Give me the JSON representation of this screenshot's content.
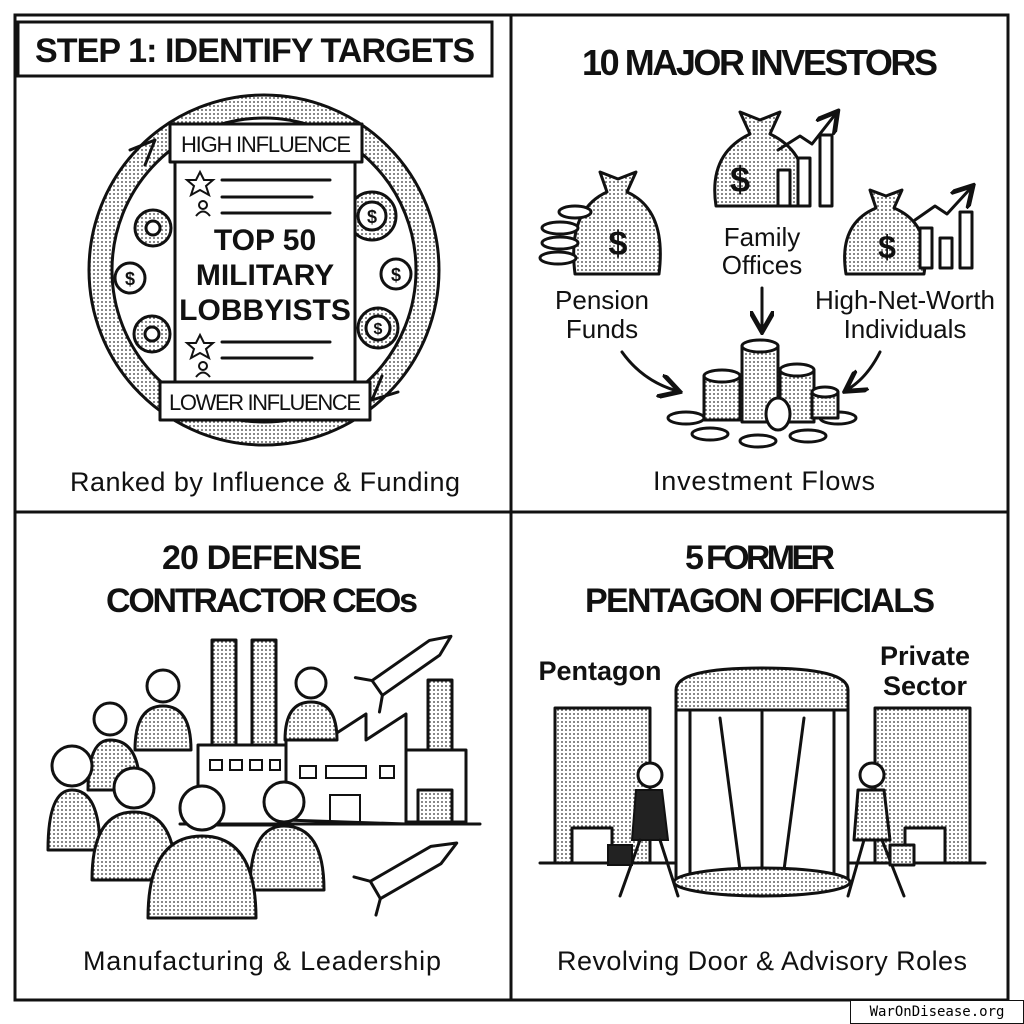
{
  "header": {
    "step_title": "STEP 1: IDENTIFY TARGETS"
  },
  "panels": {
    "lobbyists": {
      "top_label": "HIGH INFLUENCE",
      "document_title": [
        "TOP 50",
        "MILITARY",
        "LOBBYISTS"
      ],
      "bottom_label": "LOWER INFLUENCE",
      "caption": "Ranked by Influence & Funding"
    },
    "investors": {
      "title": "10 MAJOR INVESTORS",
      "family_offices": [
        "Family",
        "Offices"
      ],
      "pension_funds": [
        "Pension",
        "Funds"
      ],
      "hnwi": [
        "High-Net-Worth",
        "Individuals"
      ],
      "caption": "Investment Flows"
    },
    "ceos": {
      "title": [
        "20 DEFENSE",
        "CONTRACTOR CEOs"
      ],
      "caption": "Manufacturing & Leadership"
    },
    "officials": {
      "title": [
        "5 FORMER",
        "PENTAGON OFFICIALS"
      ],
      "pentagon_label": "Pentagon",
      "private_label": [
        "Private",
        "Sector"
      ],
      "caption": "Revolving Door & Advisory Roles"
    }
  },
  "watermark": "WarOnDisease.org"
}
